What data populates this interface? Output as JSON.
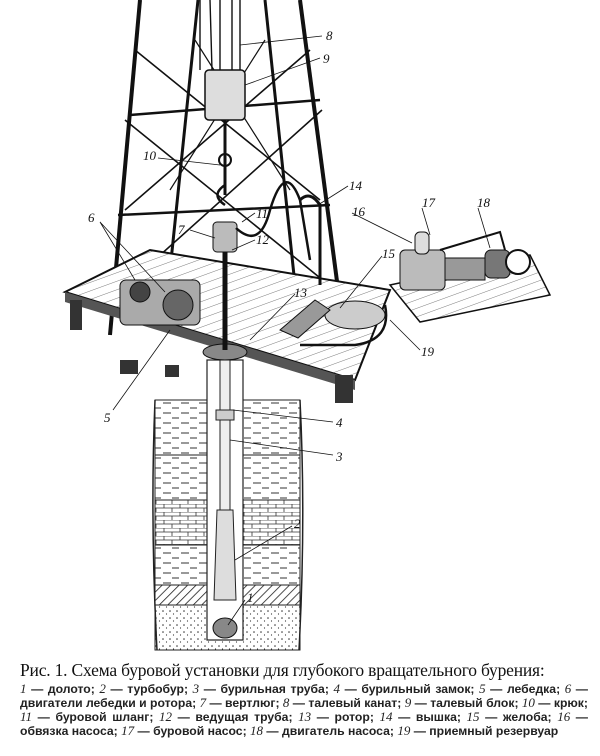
{
  "figure": {
    "callouts": [
      "1",
      "2",
      "3",
      "4",
      "5",
      "6",
      "7",
      "8",
      "9",
      "10",
      "11",
      "12",
      "13",
      "14",
      "15",
      "16",
      "17",
      "18",
      "19"
    ]
  },
  "caption": {
    "title": "Рис. 1. Схема буровой установки для глубокого вращательного бурения:",
    "legend": [
      {
        "num": "1",
        "text": "долото"
      },
      {
        "num": "2",
        "text": "турбобур"
      },
      {
        "num": "3",
        "text": "бурильная труба"
      },
      {
        "num": "4",
        "text": "бурильный замок"
      },
      {
        "num": "5",
        "text": "лебедка"
      },
      {
        "num": "6",
        "text": "двигатели лебедки и ротора"
      },
      {
        "num": "7",
        "text": "вертлюг"
      },
      {
        "num": "8",
        "text": "талевый канат"
      },
      {
        "num": "9",
        "text": "талевый блок"
      },
      {
        "num": "10",
        "text": "крюк"
      },
      {
        "num": "11",
        "text": "буровой шланг"
      },
      {
        "num": "12",
        "text": "ведущая труба"
      },
      {
        "num": "13",
        "text": "ротор"
      },
      {
        "num": "14",
        "text": "вышка"
      },
      {
        "num": "15",
        "text": "желоба"
      },
      {
        "num": "16",
        "text": "обвязка насоса"
      },
      {
        "num": "17",
        "text": "буровой насос"
      },
      {
        "num": "18",
        "text": "двигатель насоса"
      },
      {
        "num": "19",
        "text": "приемный резервуар"
      }
    ]
  }
}
